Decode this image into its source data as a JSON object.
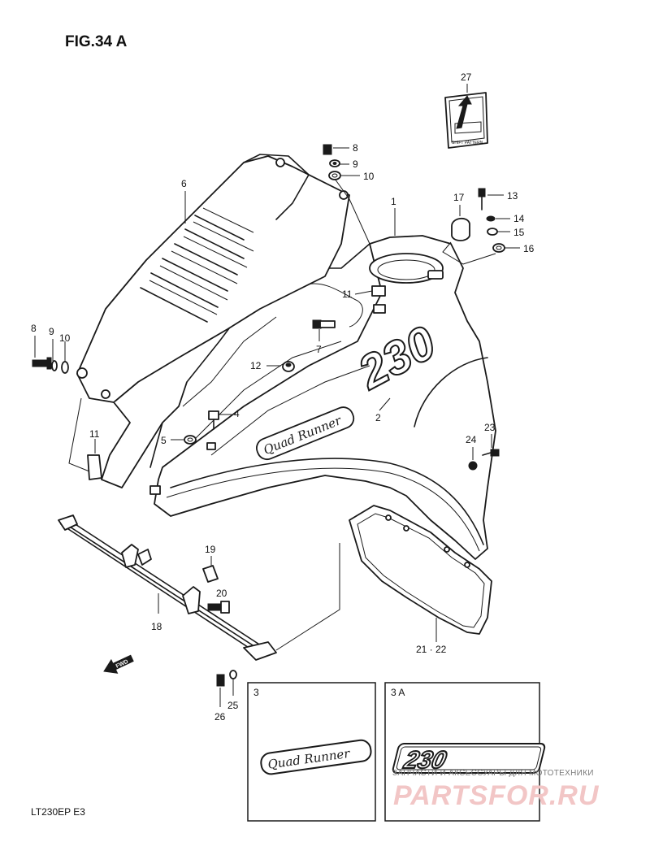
{
  "figure_title": "FIG.34 A",
  "model_code": "LT230EP  E3",
  "fwd_label": "FWD",
  "callouts": {
    "c1": "1",
    "c2": "2",
    "c4": "4",
    "c5": "5",
    "c6": "6",
    "c7": "7",
    "c8_top": "8",
    "c9_top": "9",
    "c10_top": "10",
    "c8_left": "8",
    "c9_left": "9",
    "c10_left": "10",
    "c11_mid": "11",
    "c11_left": "11",
    "c12": "12",
    "c13": "13",
    "c14": "14",
    "c15": "15",
    "c16": "16",
    "c17": "17",
    "c18": "18",
    "c19": "19",
    "c20": "20",
    "c21_22": "21 · 22",
    "c23": "23",
    "c24": "24",
    "c25": "25",
    "c26": "26",
    "c27": "27"
  },
  "fender_graphics": {
    "script_label": "Quad Runner",
    "number_label": "230"
  },
  "decal_27_label": "SHIFT PATTERN",
  "insets": [
    {
      "label": "3",
      "content": "Quad Runner"
    },
    {
      "label": "3 A",
      "content": "230"
    }
  ],
  "watermark": {
    "subtitle": "ЗАПЧАСТИ И АКСЕССУАРЫ ДЛЯ МОТОТЕХНИКИ",
    "brand": "PARTSFOR.RU"
  }
}
